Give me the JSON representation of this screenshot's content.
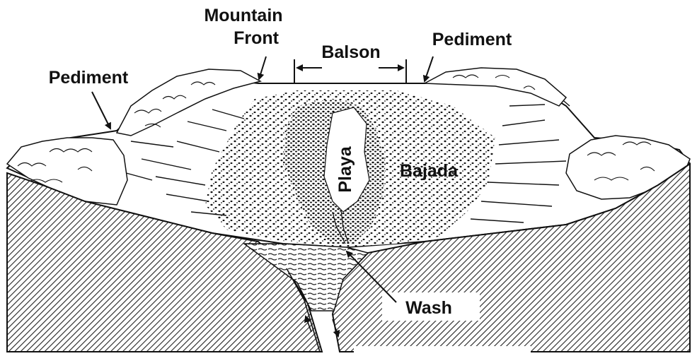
{
  "labels": {
    "mountain_front_line1": "Mountain",
    "mountain_front_line2": "Front",
    "balson": "Balson",
    "pediment_left": "Pediment",
    "pediment_right": "Pediment",
    "playa": "Playa",
    "bajada": "Bajada",
    "wash": "Wash"
  }
}
